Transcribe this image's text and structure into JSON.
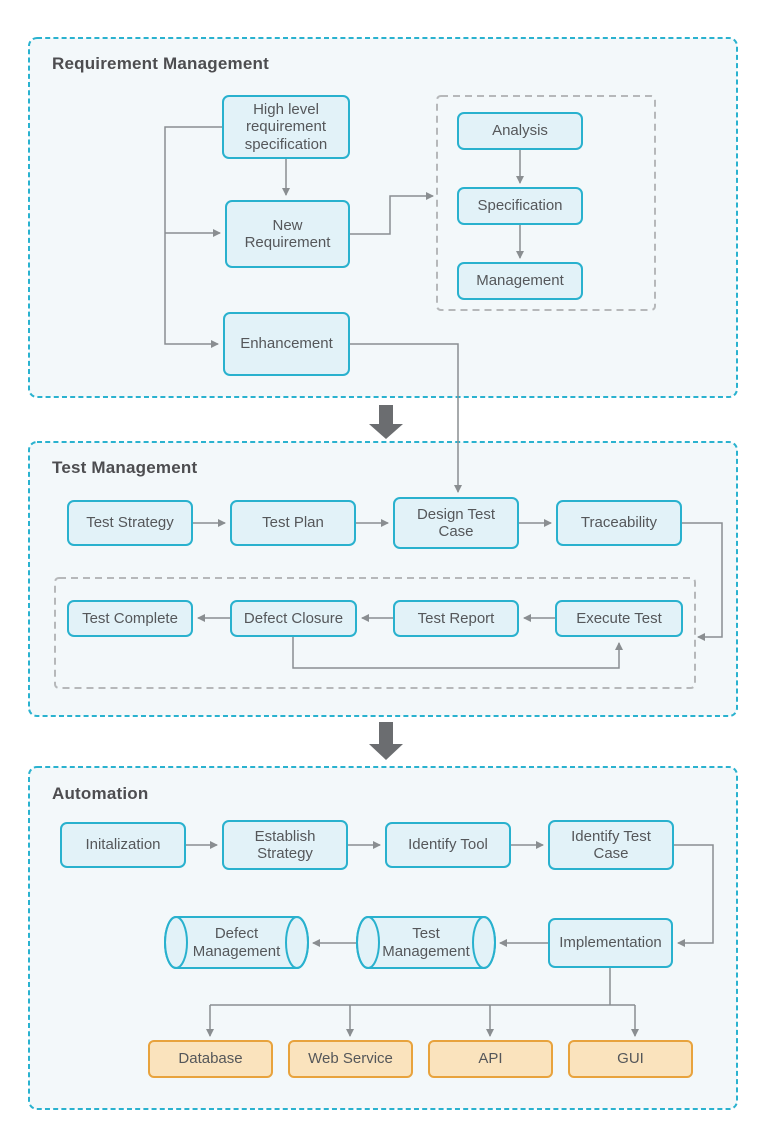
{
  "colors": {
    "node_fill": "#e2f2f8",
    "node_border": "#29b1ce",
    "section_fill": "#f3f8fa",
    "section_border": "#2ab2cf",
    "inner_dashed_border": "#b6b8ba",
    "connector": "#8a8e91",
    "flow_arrow": "#6b6d70",
    "target_fill": "#fae3bd",
    "target_border": "#e8a33d",
    "text": "#55575a",
    "title_text": "#4d4d50"
  },
  "sections": {
    "requirement": {
      "title": "Requirement Management",
      "nodes": {
        "high_level": "High level requirement specification",
        "new_requirement": "New Requirement",
        "enhancement": "Enhancement",
        "analysis": "Analysis",
        "specification": "Specification",
        "management": "Management"
      }
    },
    "test": {
      "title": "Test Management",
      "nodes": {
        "test_strategy": "Test Strategy",
        "test_plan": "Test Plan",
        "design_test_case": "Design Test Case",
        "traceability": "Traceability",
        "test_complete": "Test Complete",
        "defect_closure": "Defect Closure",
        "test_report": "Test Report",
        "execute_test": "Execute Test"
      }
    },
    "automation": {
      "title": "Automation",
      "nodes": {
        "initalization": "Initalization",
        "establish_strategy": "Establish Strategy",
        "identify_tool": "Identify Tool",
        "identify_test_case": "Identify Test Case",
        "implementation": "Implementation",
        "test_management_store": "Test Management",
        "defect_management_store": "Defect Management",
        "database": "Database",
        "web_service": "Web Service",
        "api": "API",
        "gui": "GUI"
      }
    }
  }
}
